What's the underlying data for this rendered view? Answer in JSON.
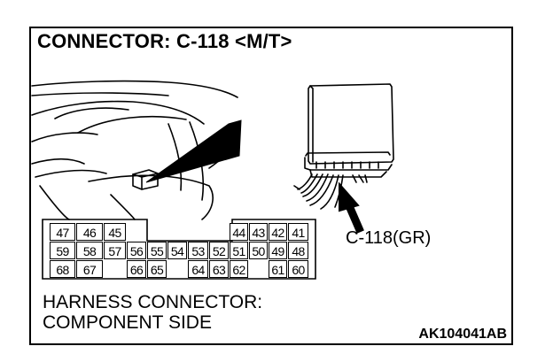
{
  "title": "CONNECTOR: C-118 <M/T>",
  "connector_callout": "C-118(GR)",
  "caption": {
    "line1": "HARNESS CONNECTOR:",
    "line2": "COMPONENT SIDE"
  },
  "figure_code": "AK104041AB",
  "connector_face": {
    "row1": [
      "47",
      "46",
      "45",
      "44",
      "43",
      "42",
      "41"
    ],
    "row2": [
      "59",
      "58",
      "57",
      "56",
      "55",
      "54",
      "53",
      "52",
      "51",
      "50",
      "49",
      "48"
    ],
    "row3": [
      "68",
      "67",
      "66",
      "65",
      "64",
      "63",
      "62",
      "61",
      "60"
    ]
  },
  "colors": {
    "line": "#000000",
    "background": "#ffffff"
  }
}
